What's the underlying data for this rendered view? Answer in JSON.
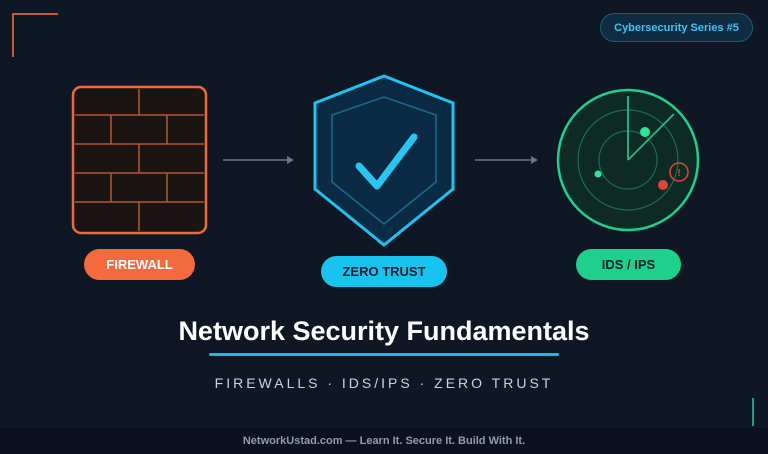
{
  "badge": {
    "label": "Cybersecurity Series #5"
  },
  "labels": {
    "firewall": "FIREWALL",
    "zero_trust": "ZERO TRUST",
    "ids_ips": "IDS / IPS"
  },
  "title": "Network Security Fundamentals",
  "subtitle": "FIREWALLS · IDS/IPS · ZERO TRUST",
  "footer": "NetworkUstad.com — Learn It. Secure It. Build With It.",
  "radar_alert_mark": "!",
  "colors": {
    "background": "#0f1724",
    "firewall": "#f26a3d",
    "zero_trust": "#19c3ef",
    "ids_ips": "#1fd08c",
    "alert": "#e0443a"
  },
  "icons": [
    "firewall-brick-wall-icon",
    "shield-check-icon",
    "radar-icon",
    "arrow-right-icon"
  ]
}
